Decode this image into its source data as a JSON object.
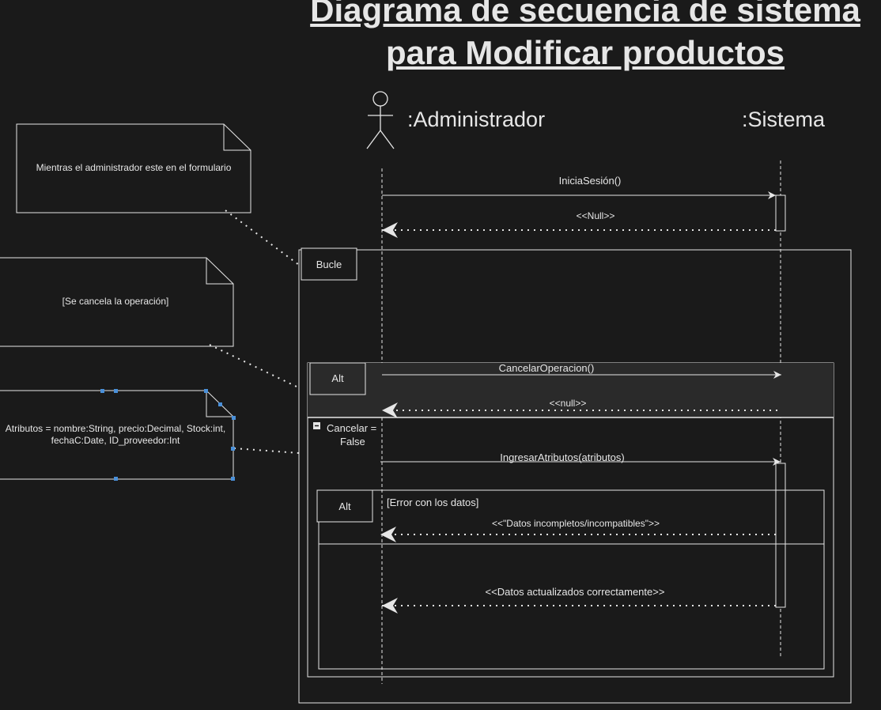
{
  "title": {
    "line1": "Diagrama de secuencia de sistema",
    "line2": "para Modificar productos"
  },
  "actors": {
    "admin": ":Administrador",
    "system": ":Sistema"
  },
  "messages": {
    "login": "IniciaSesión()",
    "login_return": "<<Null>>",
    "cancel": "CancelarOperacion()",
    "cancel_return": "<<null>>",
    "enter_attributes": "IngresarAtributos(atributos)",
    "error_return": "<<\"Datos incompletos/incompatibles\">>",
    "success_return": "<<Datos actualizados correctamente>>"
  },
  "fragments": {
    "loop": "Bucle",
    "alt_outer": "Alt",
    "alt_inner": "Alt",
    "guard_cancel_line1": "Cancelar =",
    "guard_cancel_line2": "False",
    "guard_error": "[Error con los datos]"
  },
  "notes": {
    "loop_note": "Mientras el administrador este en el formulario",
    "cancel_note": "[Se cancela la operación]",
    "attributes_note": "Atributos = nombre:String, precio:Decimal, Stock:int, fechaC:Date, ID_proveedor:Int"
  },
  "colors": {
    "background": "#1a1a1a",
    "foreground": "#e6e6e6",
    "selection_handles": "#4a90d9"
  }
}
